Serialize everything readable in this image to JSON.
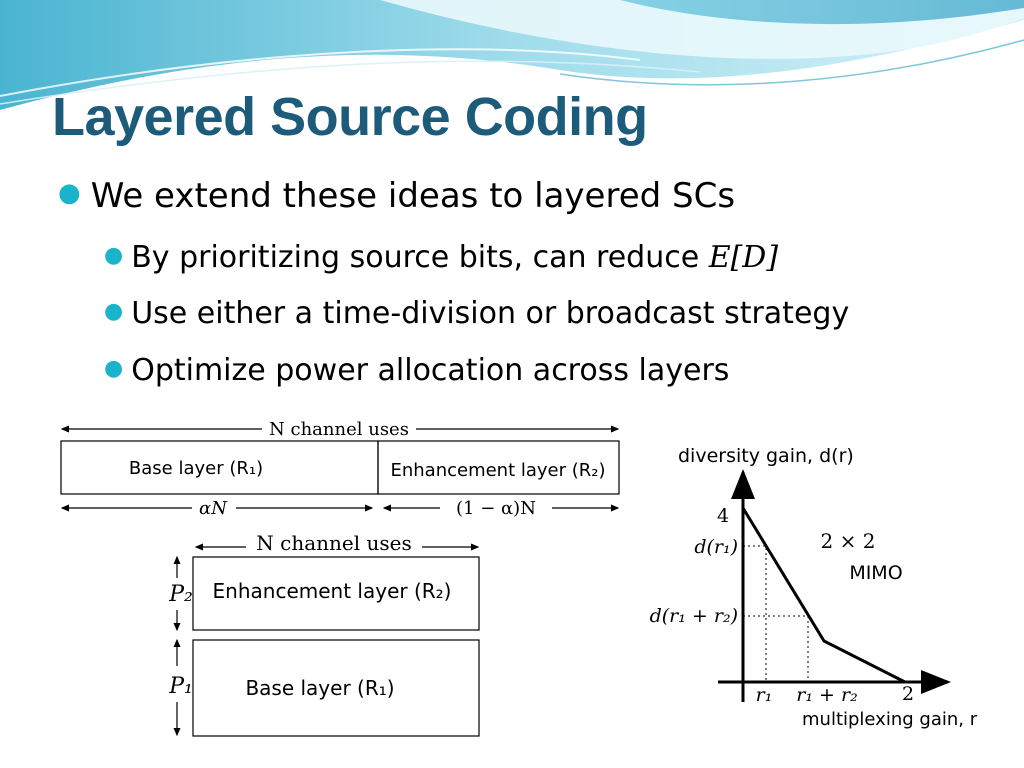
{
  "slide": {
    "title": "Layered Source Coding",
    "bullets": {
      "main": "We extend these ideas to layered SCs",
      "sub1_text": "By prioritizing source bits, can reduce ",
      "sub1_math": "E[D]",
      "sub2": "Use either a time-division or broadcast strategy",
      "sub3": "Optimize power allocation across layers"
    }
  },
  "diagram_time_division": {
    "top_label": "N channel uses",
    "base_box": "Base layer (R₁)",
    "enh_box": "Enhancement layer (R₂)",
    "alpha_label": "αN",
    "one_minus_alpha_label": "(1 − α)N"
  },
  "diagram_broadcast": {
    "top_label": "N channel uses",
    "enh_box": "Enhancement layer (R₂)",
    "base_box": "Base layer (R₁)",
    "p2_label": "P₂",
    "p1_label": "P₁"
  },
  "dmt_plot": {
    "ylabel": "diversity gain, d(r)",
    "xlabel": "multiplexing gain, r",
    "y_tick_4": "4",
    "y_tick_dr1": "d(r₁)",
    "y_tick_dr1r2": "d(r₁ + r₂)",
    "x_tick_r1": "r₁",
    "x_tick_r1r2": "r₁ + r₂",
    "x_tick_2": "2",
    "annot_line1": "2 × 2",
    "annot_line2": "MIMO"
  },
  "colors": {
    "title": "#1d5b7a",
    "bullet_dot": "#19b4cc"
  }
}
